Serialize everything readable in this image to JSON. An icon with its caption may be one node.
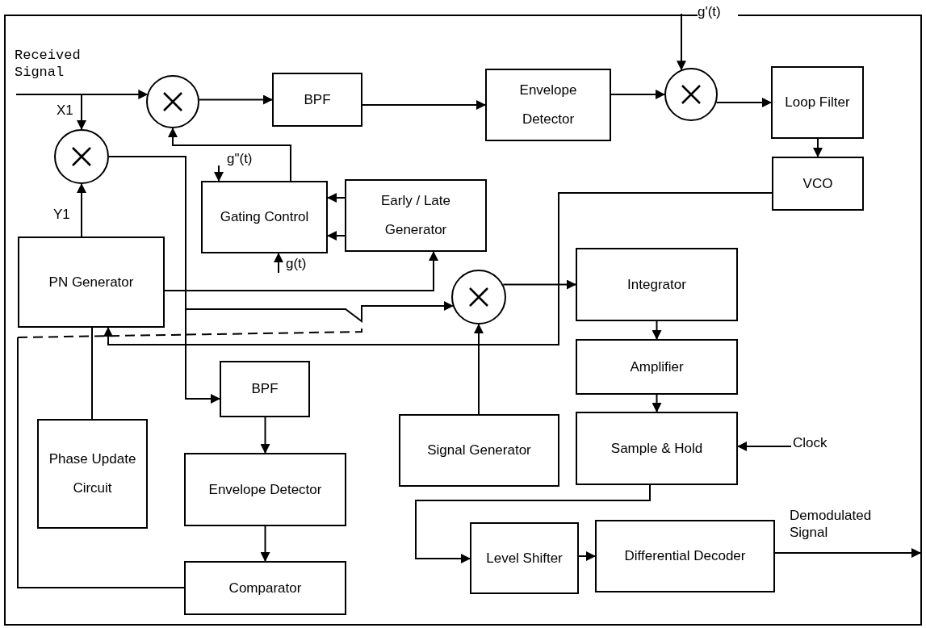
{
  "diagram": {
    "nodes": [
      {
        "text": [
          "Received Signal"
        ]
      },
      {
        "text": [],
        "shape": "circle"
      },
      {
        "text": [
          "BPF"
        ]
      },
      {
        "text": [
          "Envelope Detector"
        ]
      },
      {
        "text": [],
        "shape": "circle"
      },
      {
        "text": [
          "Loop Filter"
        ]
      },
      {
        "text": [
          "VCO"
        ]
      },
      {
        "text": [],
        "shape": "circle"
      },
      {
        "text": [
          "Gating Control"
        ]
      },
      {
        "text": [
          "Early / Late Generator"
        ]
      },
      {
        "text": [
          "PN Generator"
        ]
      },
      {
        "text": [],
        "shape": "circle"
      },
      {
        "text": [
          "Integrator"
        ]
      },
      {
        "text": [
          "Amplifier"
        ]
      },
      {
        "text": [
          "Sample & Hold"
        ]
      },
      {
        "text": [
          "Phase Update Circuit"
        ]
      },
      {
        "text": [
          "BPF"
        ]
      },
      {
        "text": [
          "Envelope Detector"
        ]
      },
      {
        "text": [
          "Comparator"
        ]
      },
      {
        "text": [
          "Signal Generator"
        ]
      },
      {
        "text": [
          "Level Shifter"
        ]
      },
      {
        "text": [
          "Differential Decoder"
        ]
      }
    ],
    "edges": [
      {
        "from": 0,
        "to": 1,
        "arrow": "to"
      },
      {
        "from": 0,
        "to": 7,
        "arrow": "to",
        "label": "X1"
      },
      {
        "from": 1,
        "to": 2,
        "arrow": "to"
      },
      {
        "from": 2,
        "to": 3,
        "arrow": "to"
      },
      {
        "from": 3,
        "to": 4,
        "arrow": "to"
      },
      {
        "from": null,
        "to": 4,
        "arrow": "to",
        "label": "g'(t)"
      },
      {
        "from": 4,
        "to": 5,
        "arrow": "to"
      },
      {
        "from": 5,
        "to": 6,
        "arrow": "to"
      },
      {
        "from": 8,
        "to": 1,
        "arrow": "to"
      },
      {
        "from": null,
        "to": 8,
        "arrow": "to",
        "label": "g\"(t)"
      },
      {
        "from": null,
        "to": 8,
        "arrow": "to",
        "label": "g(t)"
      },
      {
        "from": 9,
        "to": 8,
        "arrow": "to"
      },
      {
        "from": 9,
        "to": 8,
        "arrow": "to"
      },
      {
        "from": 10,
        "to": 7,
        "arrow": "to",
        "label": "Y1"
      },
      {
        "from": 10,
        "to": 9,
        "arrow": "to"
      },
      {
        "from": 7,
        "to": 11,
        "arrow": "to"
      },
      {
        "from": 7,
        "to": 16,
        "arrow": "to"
      },
      {
        "from": 6,
        "to": 10,
        "arrow": "to"
      },
      {
        "from": 15,
        "to": 10,
        "arrow": "none"
      },
      {
        "from": 18,
        "to": null,
        "arrow": "none",
        "style": "dashed"
      },
      {
        "from": 19,
        "to": 11,
        "arrow": "to"
      },
      {
        "from": 11,
        "to": 12,
        "arrow": "to"
      },
      {
        "from": 12,
        "to": 13,
        "arrow": "to"
      },
      {
        "from": 13,
        "to": 14,
        "arrow": "to"
      },
      {
        "from": null,
        "to": 14,
        "arrow": "to",
        "label": "Clock"
      },
      {
        "from": 14,
        "to": 20,
        "arrow": "to"
      },
      {
        "from": 20,
        "to": 21,
        "arrow": "to"
      },
      {
        "from": 21,
        "to": null,
        "arrow": "to",
        "label": "Demodulated Signal"
      },
      {
        "from": 16,
        "to": 17,
        "arrow": "to"
      },
      {
        "from": 17,
        "to": 18,
        "arrow": "to"
      }
    ]
  }
}
